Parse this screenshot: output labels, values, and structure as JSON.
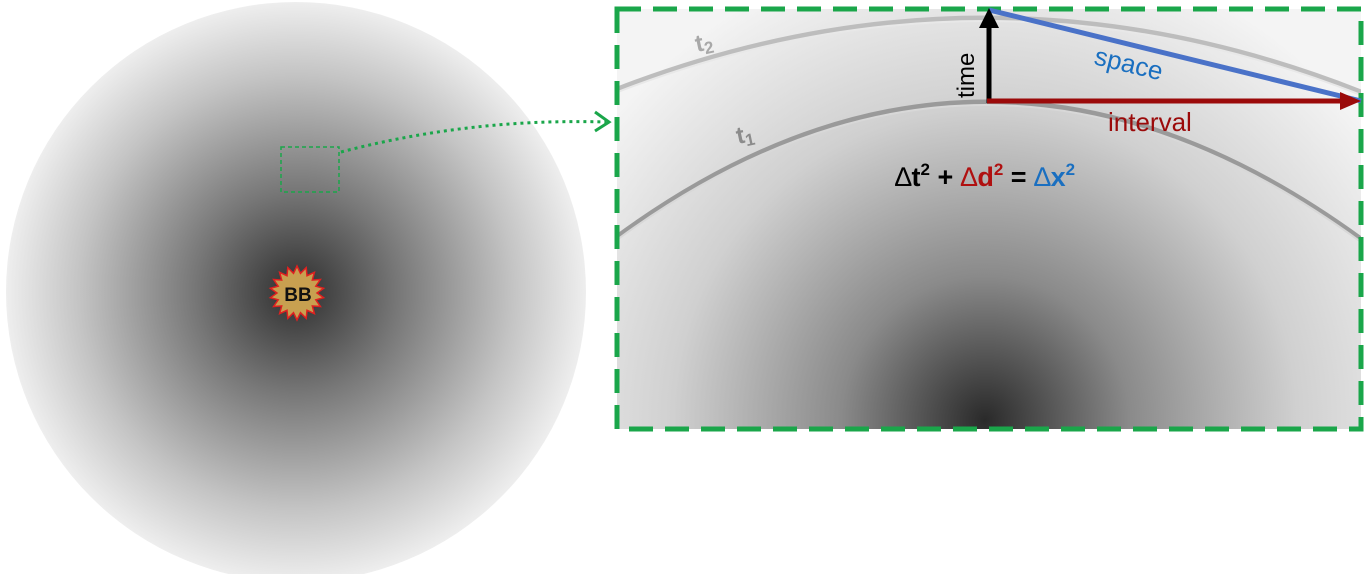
{
  "colors": {
    "frame": "#1aa64a",
    "time_arrow": "#000000",
    "interval_arrow": "#9b0a0a",
    "space_line": "#4a72c8",
    "space_text": "#1a6fc0",
    "delta_d": "#b01010",
    "delta_x": "#1a6fc0",
    "burst_fill": "#c8a050",
    "burst_stroke": "#e02020"
  },
  "burst": {
    "label": "BB"
  },
  "curves": {
    "t1": "t",
    "t1_sub": "1",
    "t2": "t",
    "t2_sub": "2"
  },
  "arrows": {
    "time": "time",
    "interval": "interval",
    "space": "space"
  },
  "equation": {
    "t_delta": "∆",
    "t_var": "t",
    "t_exp": "2",
    "plus": " + ",
    "d_delta": "∆",
    "d_var": "d",
    "d_exp": "2",
    "equals": " = ",
    "x_delta": "∆",
    "x_var": "x",
    "x_exp": "2"
  }
}
